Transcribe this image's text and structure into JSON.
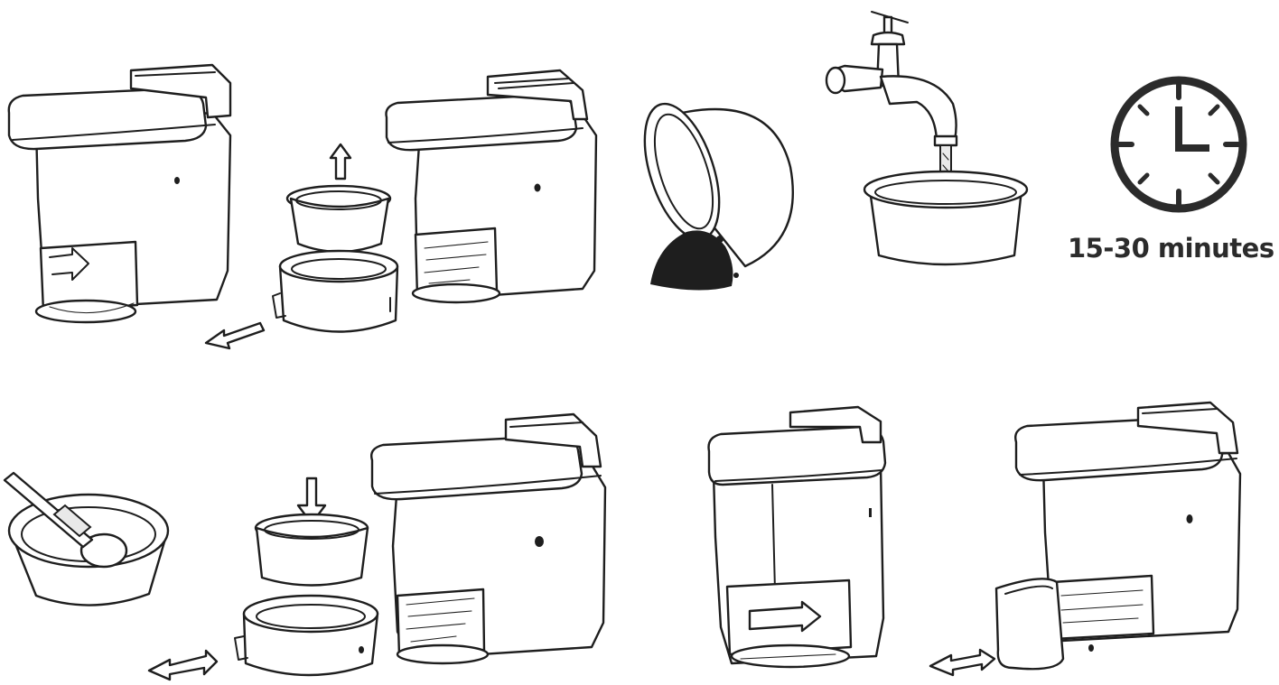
{
  "steps": [
    {
      "id": "remove-bin-door"
    },
    {
      "id": "lift-out-inner-bucket"
    },
    {
      "id": "empty-inner-bucket"
    },
    {
      "id": "rinse-bucket-under-tap"
    },
    {
      "id": "wait-time"
    },
    {
      "id": "clean-with-brush"
    },
    {
      "id": "reinsert-inner-bucket"
    },
    {
      "id": "slide-bin-back-in"
    },
    {
      "id": "reattach-bin-door"
    }
  ],
  "timer": {
    "icon": "clock-icon",
    "label": "15-30 minutes"
  },
  "colors": {
    "line": "#1e1e1e",
    "background": "#ffffff",
    "caption": "#2b2b2b"
  }
}
